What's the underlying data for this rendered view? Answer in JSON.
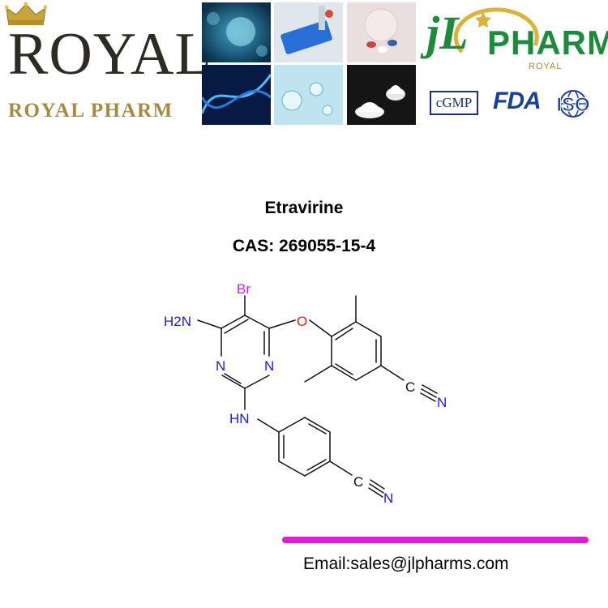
{
  "brand_left": {
    "name": "ROYAL",
    "subtitle": "ROYAL  PHARM"
  },
  "brand_right": {
    "mark": "jL",
    "name": "PHARM",
    "tagline": "ROYAL",
    "badges": {
      "cgmp": "cGMP",
      "fda": "FDA",
      "iso": "ISO"
    }
  },
  "colors": {
    "royal_gold": "#a88a3f",
    "jl_green": "#1e8a3c",
    "accent_magenta": "#e41ad8",
    "nitrogen_blue": "#1a1ae6",
    "oxygen_red": "#e61a1a",
    "bromine_magenta": "#d21ee0"
  },
  "product": {
    "name": "Etravirine",
    "cas": "CAS: 269055-15-4"
  },
  "structure": {
    "atom_labels": {
      "br": "Br",
      "h2n": "H2N",
      "o": "O",
      "n_ring_left": "N",
      "n_ring_right": "N",
      "hn": "HN",
      "nitrile_c1": "C",
      "nitrile_n1": "N",
      "nitrile_c2": "C",
      "nitrile_n2": "N"
    }
  },
  "contact": {
    "email": "Email:sales@jlpharms.com"
  }
}
